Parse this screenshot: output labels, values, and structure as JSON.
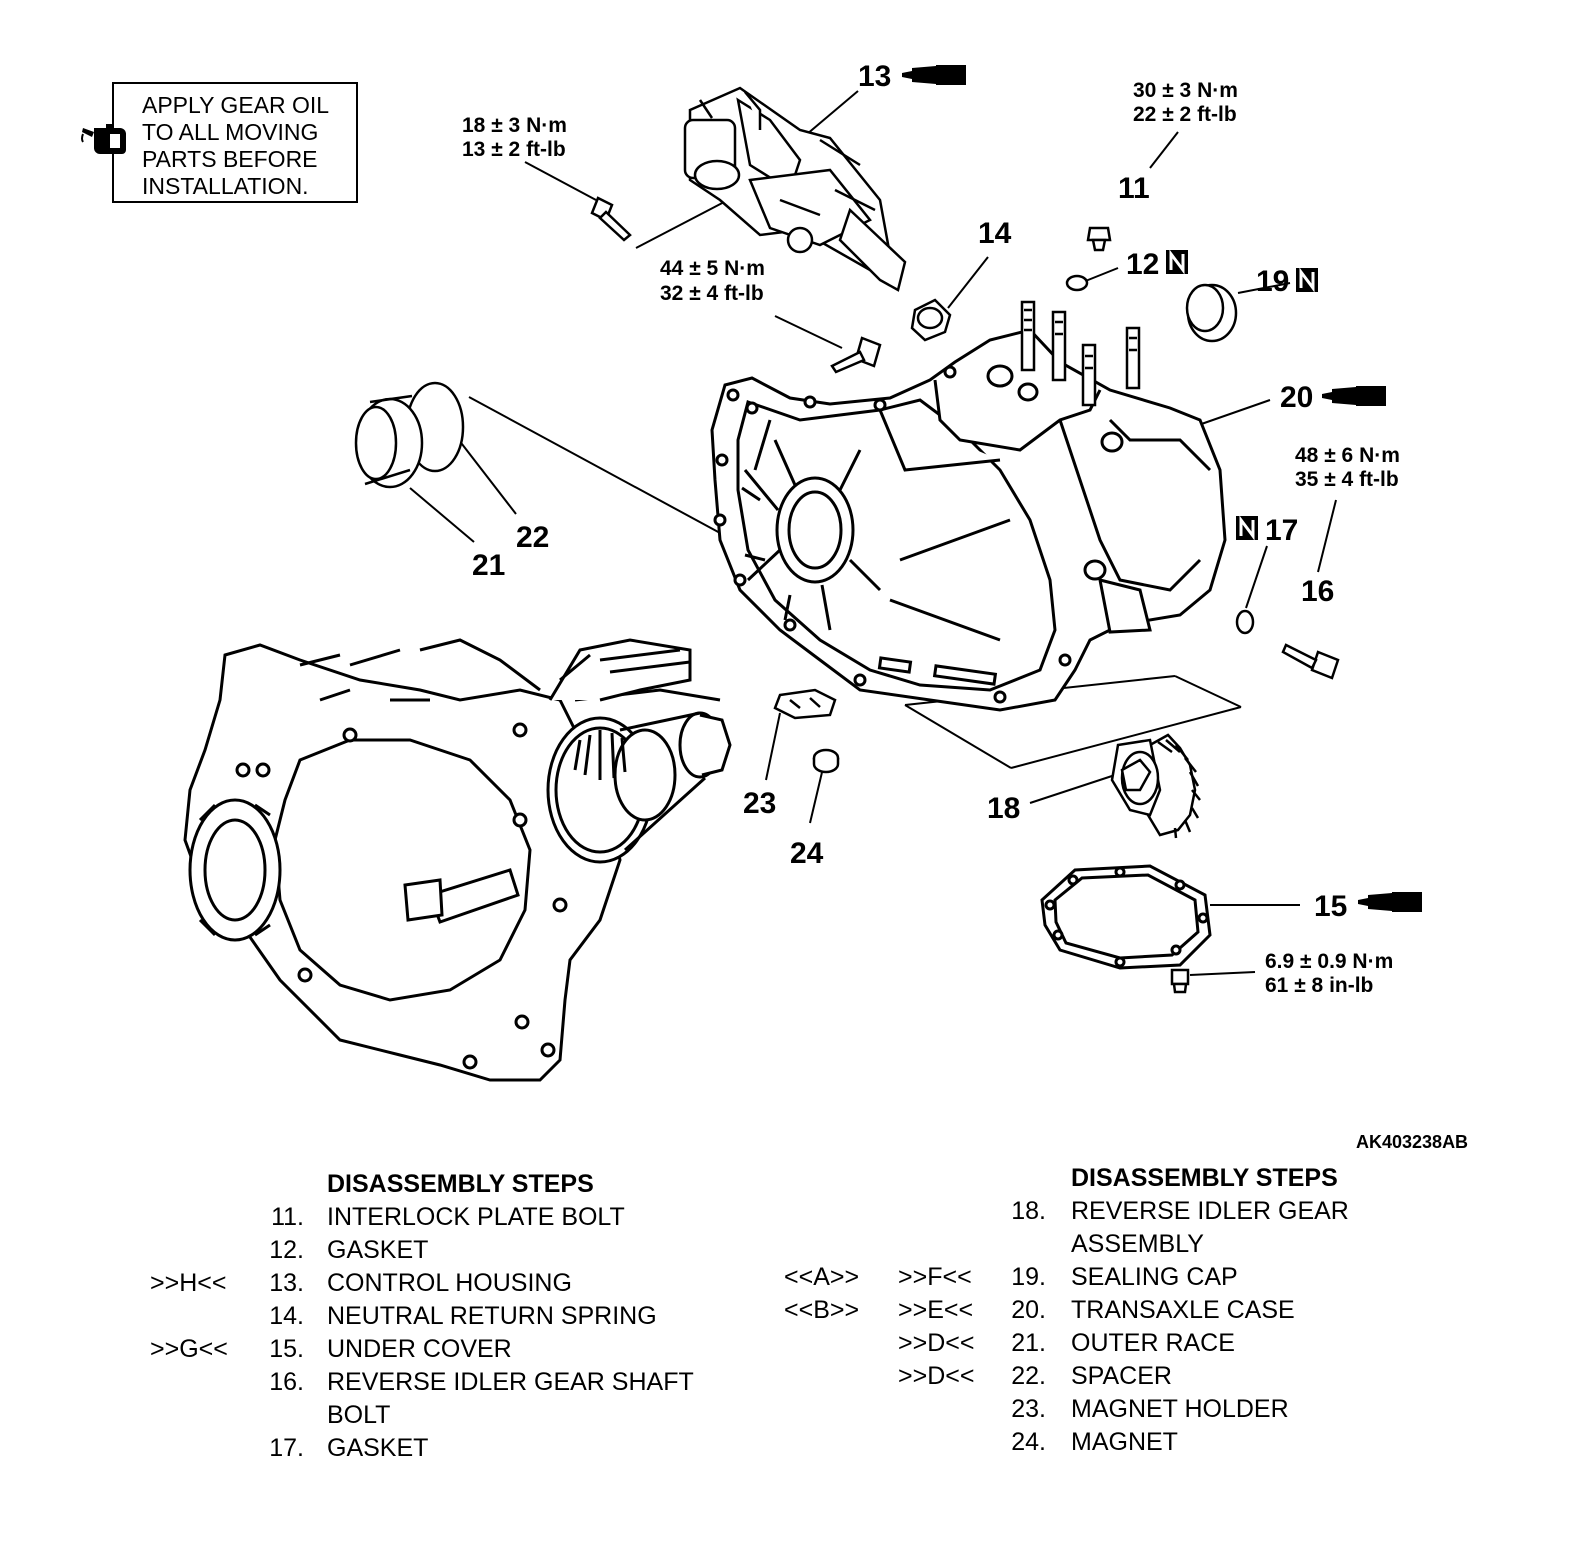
{
  "note": {
    "lines": [
      "APPLY GEAR OIL",
      "TO ALL MOVING",
      "PARTS BEFORE",
      "INSTALLATION."
    ],
    "icon": "oil-can-icon"
  },
  "callouts": {
    "p11": "11",
    "p12": "12",
    "p13": "13",
    "p14": "14",
    "p15": "15",
    "p16": "16",
    "p17": "17",
    "p18": "18",
    "p19": "19",
    "p20": "20",
    "p21": "21",
    "p22": "22",
    "p23": "23",
    "p24": "24"
  },
  "new_part_badge": "N",
  "torques": {
    "t_18_3": [
      "18 ± 3 N·m",
      "13 ± 2 ft-lb"
    ],
    "t_30_3": [
      "30 ± 3 N·m",
      "22 ± 2 ft-lb"
    ],
    "t_44_5": [
      "44 ± 5 N·m",
      "32 ± 4 ft-lb"
    ],
    "t_48_6": [
      "48 ± 6 N·m",
      "35 ± 4 ft-lb"
    ],
    "t_6_9": [
      "6.9 ± 0.9 N·m",
      "61 ± 8 in-lb"
    ]
  },
  "figure_id": "AK403238AB",
  "steps_left": {
    "title": "DISASSEMBLY STEPS",
    "items": [
      {
        "mark": "",
        "num": "11.",
        "text": "INTERLOCK PLATE BOLT"
      },
      {
        "mark": "",
        "num": "12.",
        "text": "GASKET"
      },
      {
        "mark": ">>H<<",
        "num": "13.",
        "text": "CONTROL HOUSING"
      },
      {
        "mark": "",
        "num": "14.",
        "text": "NEUTRAL RETURN SPRING"
      },
      {
        "mark": ">>G<<",
        "num": "15.",
        "text": "UNDER COVER"
      },
      {
        "mark": "",
        "num": "16.",
        "text": "REVERSE IDLER GEAR SHAFT"
      },
      {
        "mark": "",
        "num": "",
        "text": "BOLT"
      },
      {
        "mark": "",
        "num": "17.",
        "text": "GASKET"
      }
    ]
  },
  "steps_right": {
    "title": "DISASSEMBLY STEPS",
    "items": [
      {
        "mark1": "",
        "mark2": "",
        "num": "18.",
        "text": "REVERSE IDLER GEAR"
      },
      {
        "mark1": "",
        "mark2": "",
        "num": "",
        "text": "ASSEMBLY"
      },
      {
        "mark1": "<<A>>",
        "mark2": ">>F<<",
        "num": "19.",
        "text": "SEALING CAP"
      },
      {
        "mark1": "<<B>>",
        "mark2": ">>E<<",
        "num": "20.",
        "text": "TRANSAXLE CASE"
      },
      {
        "mark1": "",
        "mark2": ">>D<<",
        "num": "21.",
        "text": "OUTER RACE"
      },
      {
        "mark1": "",
        "mark2": ">>D<<",
        "num": "22.",
        "text": "SPACER"
      },
      {
        "mark1": "",
        "mark2": "",
        "num": "23.",
        "text": "MAGNET HOLDER"
      },
      {
        "mark1": "",
        "mark2": "",
        "num": "24.",
        "text": "MAGNET"
      }
    ]
  },
  "sealant_icon": "sealant-tube-icon",
  "colors": {
    "ink": "#000000",
    "paper": "#ffffff"
  }
}
